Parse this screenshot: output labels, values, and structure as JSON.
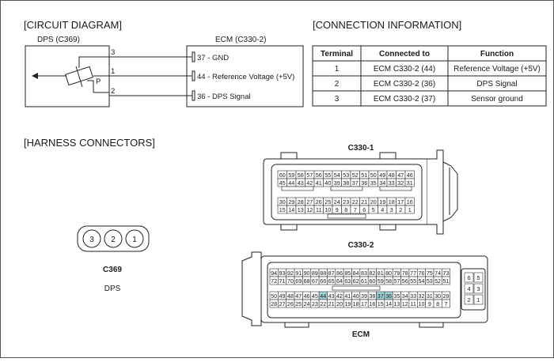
{
  "circuit": {
    "heading": "[CIRCUIT DIAGRAM]",
    "dps_label": "DPS (C369)",
    "ecm_label": "ECM (C330-2)",
    "sensor_pins": [
      "3",
      "1",
      "2"
    ],
    "sensor_p": "P",
    "ecm_pins": [
      "37 - GND",
      "44 - Reference Voltage (+5V)",
      "36 - DPS Signal"
    ]
  },
  "connection": {
    "heading": "[CONNECTION INFORMATION]",
    "headers": [
      "Terminal",
      "Connected to",
      "Function"
    ],
    "rows": [
      [
        "1",
        "ECM C330-2 (44)",
        "Reference Voltage (+5V)"
      ],
      [
        "2",
        "ECM C330-2 (36)",
        "DPS Signal"
      ],
      [
        "3",
        "ECM C330-2 (37)",
        "Sensor ground"
      ]
    ]
  },
  "harness": {
    "heading": "[HARNESS CONNECTORS]",
    "c369": {
      "pins": [
        "3",
        "2",
        "1"
      ],
      "name": "C369",
      "desc": "DPS"
    },
    "c330_1": {
      "name": "C330-1",
      "row1": [
        "60",
        "59",
        "58",
        "57",
        "56",
        "55",
        "54",
        "53",
        "52",
        "51",
        "50",
        "49",
        "48",
        "47",
        "46"
      ],
      "row2": [
        "45",
        "44",
        "43",
        "42",
        "41",
        "40",
        "39",
        "38",
        "37",
        "36",
        "35",
        "34",
        "33",
        "32",
        "31"
      ],
      "row3": [
        "30",
        "29",
        "28",
        "27",
        "26",
        "25",
        "24",
        "23",
        "22",
        "21",
        "20",
        "19",
        "18",
        "17",
        "16"
      ],
      "row4": [
        "15",
        "14",
        "13",
        "12",
        "11",
        "10",
        "9",
        "8",
        "7",
        "6",
        "5",
        "4",
        "3",
        "2",
        "1"
      ]
    },
    "c330_2": {
      "name": "C330-2",
      "row1": [
        "94",
        "93",
        "92",
        "91",
        "90",
        "89",
        "88",
        "87",
        "86",
        "85",
        "84",
        "83",
        "82",
        "81",
        "80",
        "79",
        "78",
        "77",
        "76",
        "75",
        "74",
        "73"
      ],
      "row2": [
        "72",
        "71",
        "70",
        "69",
        "68",
        "67",
        "66",
        "65",
        "64",
        "63",
        "62",
        "61",
        "60",
        "59",
        "58",
        "57",
        "56",
        "55",
        "54",
        "53",
        "52",
        "51"
      ],
      "row3": [
        "50",
        "49",
        "48",
        "47",
        "46",
        "45",
        "44",
        "43",
        "42",
        "41",
        "40",
        "39",
        "38",
        "37",
        "36",
        "35",
        "34",
        "33",
        "32",
        "31",
        "30",
        "29"
      ],
      "row4": [
        "28",
        "27",
        "26",
        "25",
        "24",
        "23",
        "22",
        "21",
        "20",
        "19",
        "18",
        "17",
        "16",
        "15",
        "14",
        "13",
        "12",
        "11",
        "10",
        "9",
        "8",
        "7"
      ],
      "side": [
        [
          "6",
          "5"
        ],
        [
          "4",
          "3"
        ],
        [
          "2",
          "1"
        ]
      ],
      "highlight": [
        "44",
        "37",
        "36"
      ],
      "highlight_color": "#9fd3d6"
    },
    "ecm_label": "ECM"
  }
}
